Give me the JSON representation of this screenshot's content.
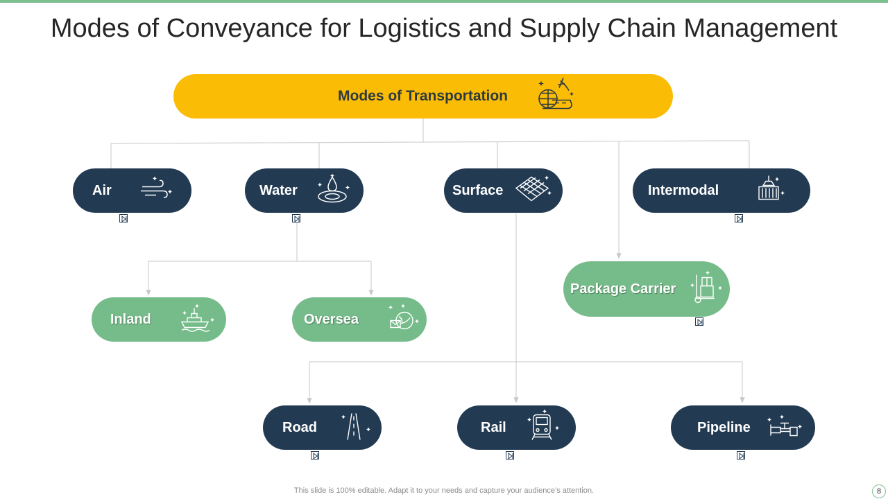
{
  "slide": {
    "title": "Modes of Conveyance for Logistics and Supply Chain Management",
    "footer": "This slide is 100% editable. Adapt it to your needs and capture your audience’s attention.",
    "page_number": "8"
  },
  "diagram": {
    "root": {
      "label": "Modes of Transportation",
      "icon": "globe-plane-train-icon"
    },
    "modes": [
      {
        "label": "Air",
        "icon": "wind-icon"
      },
      {
        "label": "Water",
        "icon": "water-drop-icon"
      },
      {
        "label": "Surface",
        "icon": "terrain-grid-icon"
      },
      {
        "label": "Intermodal",
        "icon": "container-crane-icon"
      }
    ],
    "water_children": [
      {
        "label": "Inland",
        "icon": "ship-icon"
      },
      {
        "label": "Oversea",
        "icon": "globe-mail-icon"
      }
    ],
    "intermodal_child": {
      "label": "Package Carrier",
      "icon": "hand-truck-icon"
    },
    "surface_children": [
      {
        "label": "Road",
        "icon": "road-icon"
      },
      {
        "label": "Rail",
        "icon": "train-icon"
      },
      {
        "label": "Pipeline",
        "icon": "pipeline-valve-icon"
      }
    ]
  },
  "colors": {
    "root": "#fbbc06",
    "mode": "#223a52",
    "sub_mode": "#76bc8a",
    "connector": "#d0d0d0",
    "accent": "#7dbf8f"
  }
}
